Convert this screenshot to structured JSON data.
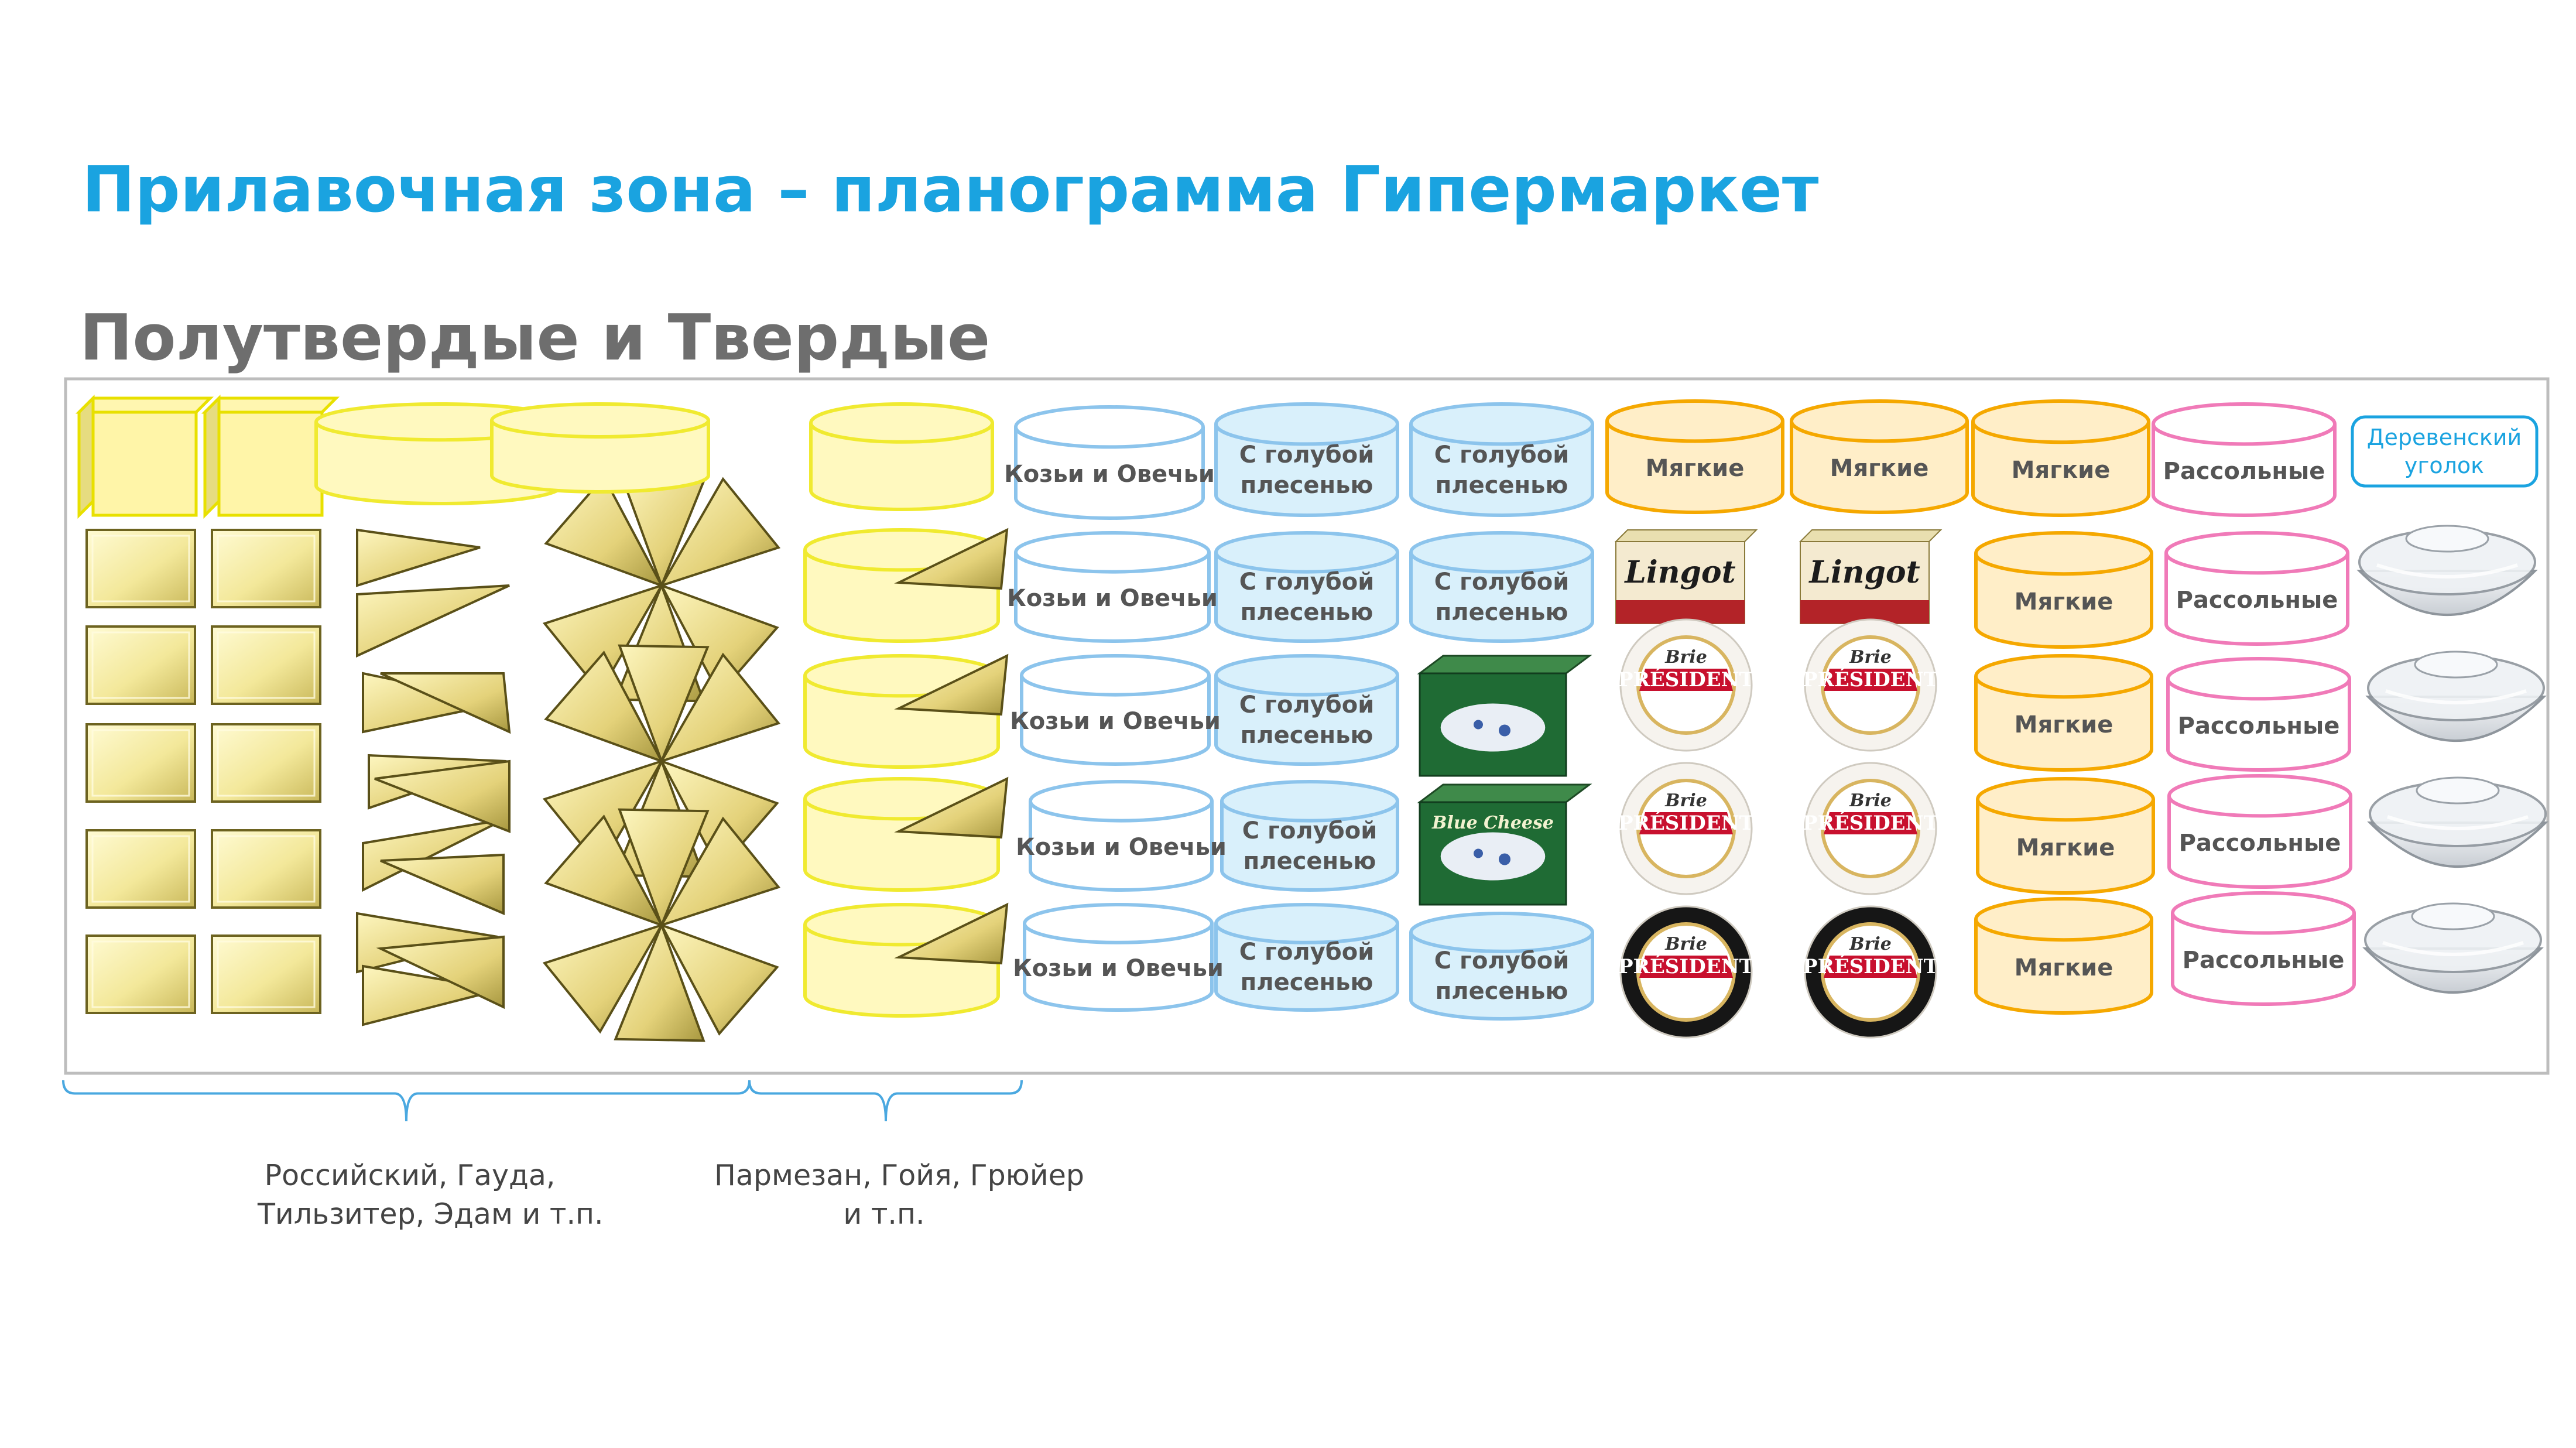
{
  "title": "Прилавочная зона – планограмма Гипермаркет",
  "subtitle": "Полутвердые и Твердые",
  "labels": {
    "goat": "Козьи и Овечьи",
    "blue": "С голубой плесенью",
    "soft": "Мягкие",
    "brine": "Рассольные",
    "rustic": "Деревенский уголок"
  },
  "products": {
    "lingot_brand": "Lingot",
    "president_brand": "PRÉSIDENT",
    "brie_label": "Brie",
    "blue_cheese_label": "Blue Cheese"
  },
  "captions": {
    "left_line1": "Российский, Гауда,",
    "left_line2": "Тильзитер, Эдам и т.п.",
    "right_line1": "Пармезан, Гойя, Грюйер",
    "right_line2": "и т.п."
  },
  "colors": {
    "title": "#1aa3e0",
    "subtitle": "#6e6e6e",
    "hard_cheese": "#fff5a8",
    "hard_border": "#e8e000",
    "goat_border": "#8cc4ec",
    "blue_fill": "#d9f0fb",
    "soft_fill": "#ffeec8",
    "soft_border": "#f5a800",
    "brine_border": "#f07ab8",
    "rustic": "#1aa3e0"
  }
}
